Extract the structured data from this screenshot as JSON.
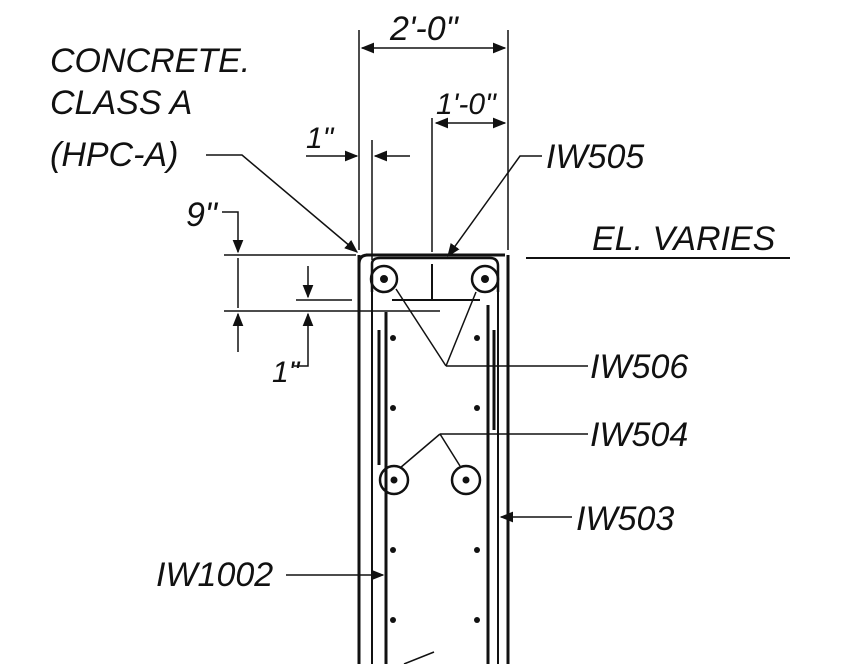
{
  "drawing": {
    "concrete_label": [
      "CONCRETE.",
      "CLASS  A",
      "(HPC-A)"
    ],
    "dimensions": {
      "overall_width": "2'-0\"",
      "bar_offset": "1'-0\"",
      "side_cover": "1\"",
      "top_depth": "9\"",
      "top_cover": "1\""
    },
    "elevation": "EL. VARIES",
    "bar_marks": {
      "top_bar": "IW505",
      "corner_bars": "IW506",
      "mid_bars": "IW504",
      "side_bars": "IW503",
      "vertical_bars": "IW1002"
    },
    "colors": {
      "ink": "#111111",
      "background": "#ffffff"
    }
  }
}
